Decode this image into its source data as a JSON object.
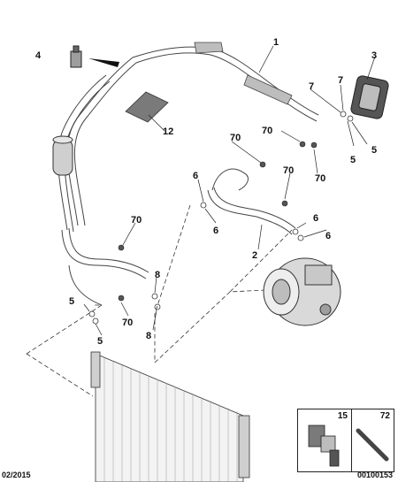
{
  "diagram": {
    "callouts": {
      "c1": "1",
      "c2": "2",
      "c3": "3",
      "c4": "4",
      "c12": "12",
      "c5a": "5",
      "c5b": "5",
      "c5c": "5",
      "c5d": "5",
      "c6a": "6",
      "c6b": "6",
      "c6c": "6",
      "c6d": "6",
      "c7a": "7",
      "c7b": "7",
      "c8a": "8",
      "c8b": "8",
      "c70a": "70",
      "c70b": "70",
      "c70c": "70",
      "c70d": "70",
      "c70e": "70",
      "c70f": "70"
    },
    "inset": {
      "left_number": "15",
      "right_number": "72"
    }
  },
  "footer": {
    "date": "02/2015",
    "reference": "00100153"
  }
}
